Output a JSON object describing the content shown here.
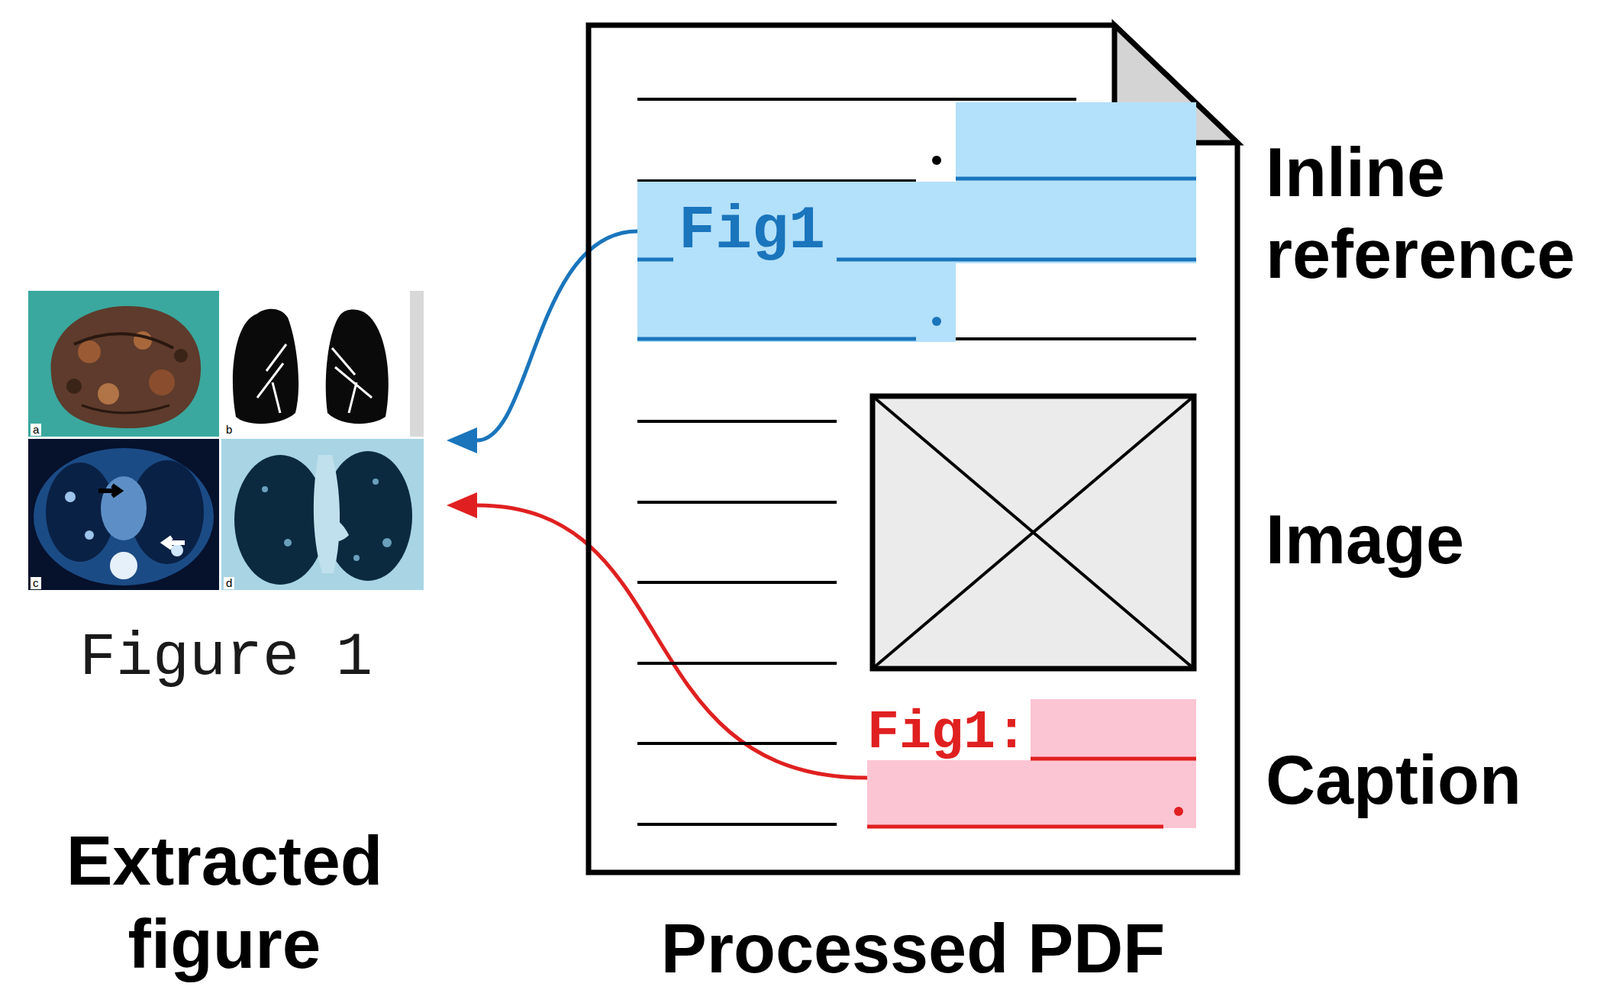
{
  "diagram": {
    "nodes": [
      {
        "text": [
          "Figure 1"
        ]
      },
      {
        "text": [
          "Processed PDF"
        ]
      },
      {
        "text": [
          "Fig1"
        ],
        "in": 1
      },
      {
        "text": [
          "Fig1:"
        ],
        "in": 1
      }
    ],
    "edges": [
      {
        "from": 2,
        "to": 0,
        "arrow": "to"
      },
      {
        "from": 3,
        "to": 0,
        "arrow": "to"
      }
    ],
    "labels": [
      "Extracted figure",
      "Inline reference",
      "Image",
      "Caption",
      "a",
      "b",
      "c",
      "d"
    ]
  }
}
